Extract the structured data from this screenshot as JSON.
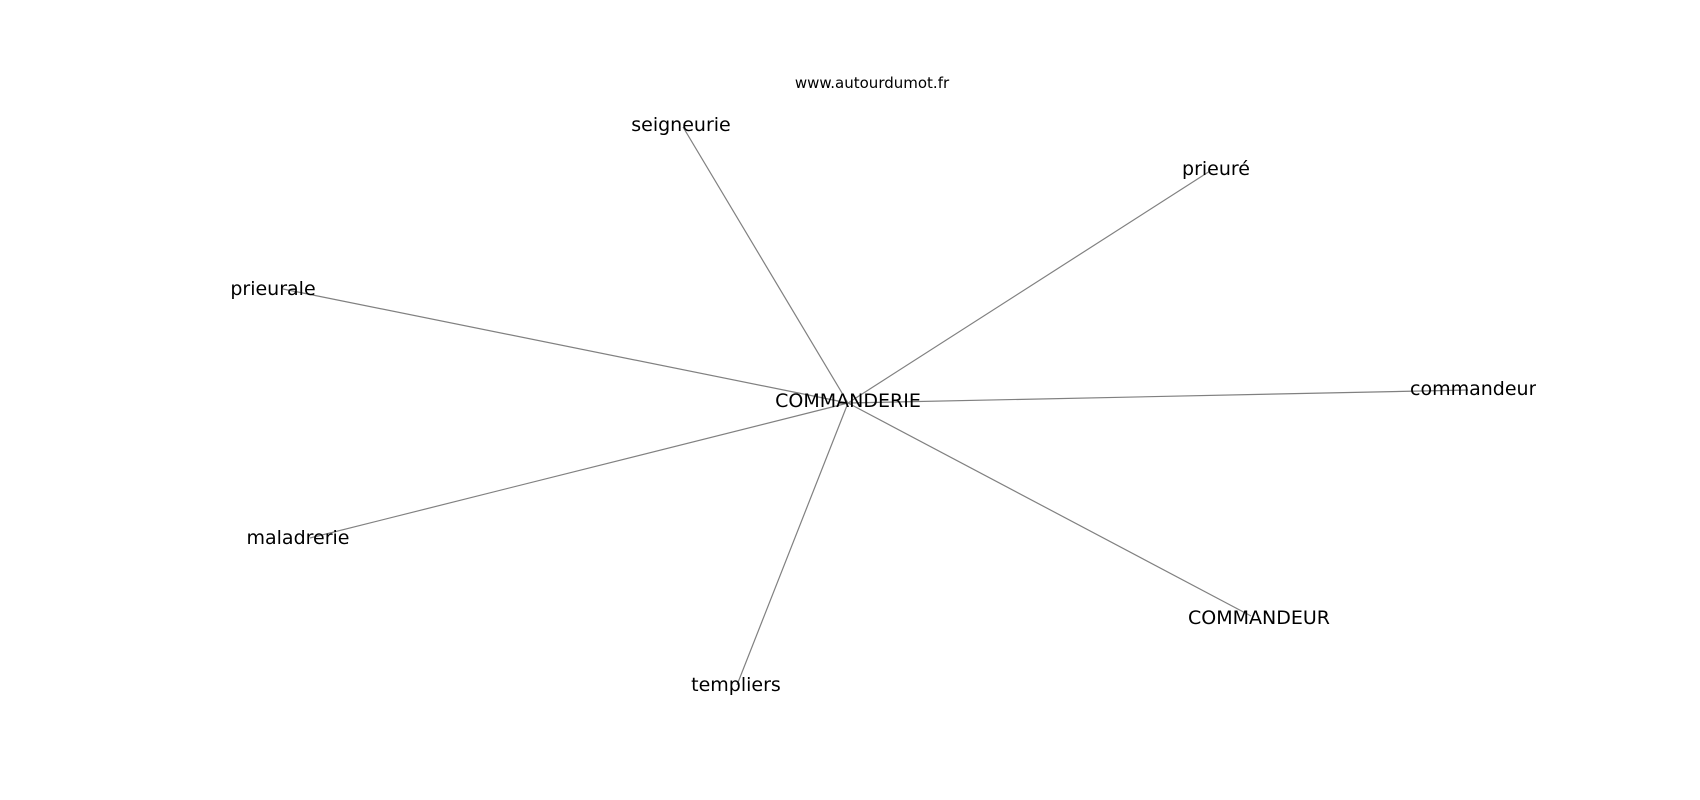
{
  "watermark": "www.autourdumot.fr",
  "graph": {
    "center": "COMMANDERIE",
    "related_words": [
      "seigneurie",
      "prieuré",
      "prieurale",
      "commandeur",
      "maladrerie",
      "COMMANDEUR",
      "templiers"
    ]
  },
  "colors": {
    "edge": "#808080",
    "text": "#000000",
    "background": "#ffffff"
  }
}
